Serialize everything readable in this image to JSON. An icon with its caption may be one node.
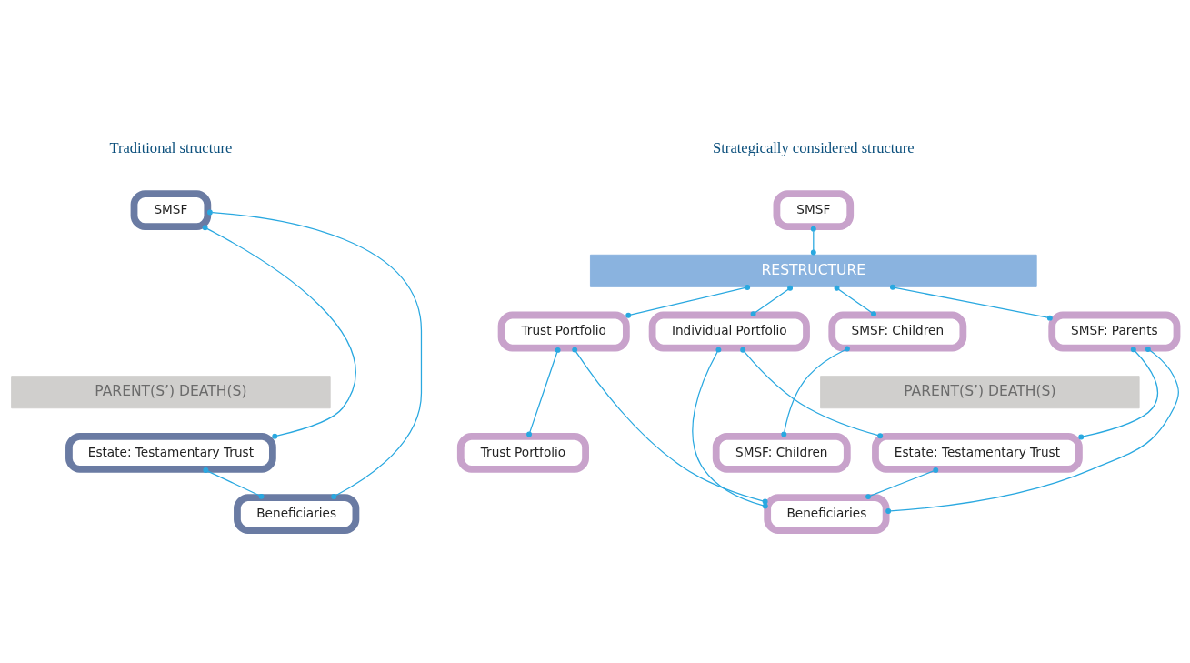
{
  "diagram": {
    "nodes": [
      {
        "text": [
          "SMSF"
        ]
      },
      {
        "text": [
          "PARENT(S’) DEATH(S)"
        ]
      },
      {
        "text": [
          "Estate: Testamentary Trust"
        ]
      },
      {
        "text": [
          "Beneficiaries"
        ]
      },
      {
        "text": [
          "SMSF"
        ]
      },
      {
        "text": [
          "RESTRUCTURE"
        ]
      },
      {
        "text": [
          "SMSF: Children"
        ]
      },
      {
        "text": [
          "SMSF: Parents"
        ]
      },
      {
        "text": [
          "Individual Portfolio"
        ]
      },
      {
        "text": [
          "Trust Portfolio"
        ]
      },
      {
        "text": [
          "PARENT(S’) DEATH(S)"
        ]
      },
      {
        "text": [
          "SMSF: Children"
        ]
      },
      {
        "text": [
          "Estate: Testamentary Trust"
        ]
      },
      {
        "text": [
          "Trust Portfolio"
        ]
      },
      {
        "text": [
          "Beneficiaries"
        ]
      }
    ],
    "edges": [
      {
        "from": 0,
        "to": 2,
        "arrow": "other"
      },
      {
        "from": 0,
        "to": 3,
        "arrow": "other"
      },
      {
        "from": 2,
        "to": 3,
        "arrow": "other"
      },
      {
        "from": 4,
        "to": 5,
        "arrow": "other"
      },
      {
        "from": 5,
        "to": 6,
        "arrow": "other"
      },
      {
        "from": 5,
        "to": 7,
        "arrow": "other"
      },
      {
        "from": 5,
        "to": 8,
        "arrow": "other"
      },
      {
        "from": 5,
        "to": 9,
        "arrow": "other"
      },
      {
        "from": 6,
        "to": 11,
        "arrow": "other"
      },
      {
        "from": 7,
        "to": 14,
        "arrow": "other"
      },
      {
        "from": 7,
        "to": 12,
        "arrow": "other"
      },
      {
        "from": 8,
        "to": 12,
        "arrow": "other"
      },
      {
        "from": 8,
        "to": 14,
        "arrow": "other"
      },
      {
        "from": 9,
        "to": 14,
        "arrow": "other"
      },
      {
        "from": 9,
        "to": 13,
        "arrow": "other"
      },
      {
        "from": 12,
        "to": 14,
        "arrow": "other"
      }
    ],
    "labels": [
      "Traditional structure",
      "Strategically considered structure"
    ]
  }
}
